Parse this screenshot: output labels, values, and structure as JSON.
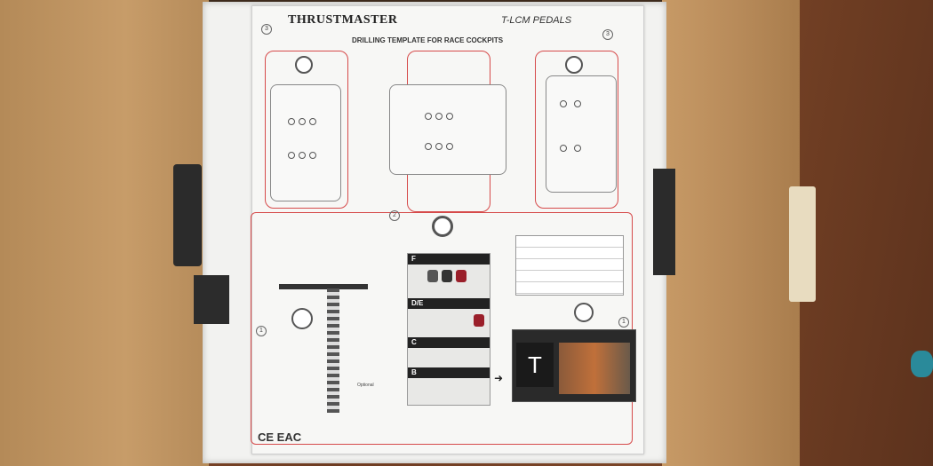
{
  "sheet": {
    "brand": "THRUSTMASTER",
    "product": "T-LCM PEDALS",
    "title": "DRILLING TEMPLATE FOR RACE COCKPITS",
    "markers": [
      "1",
      "2",
      "3"
    ],
    "panel_labels": [
      "F",
      "D/E",
      "C",
      "B"
    ],
    "certifications": "CE EAC",
    "optional_label": "Optional"
  },
  "colors": {
    "outline": "#d64a4a",
    "box": "#c79c69",
    "foam": "#f2f2f0",
    "floor": "#7a4a2e"
  }
}
